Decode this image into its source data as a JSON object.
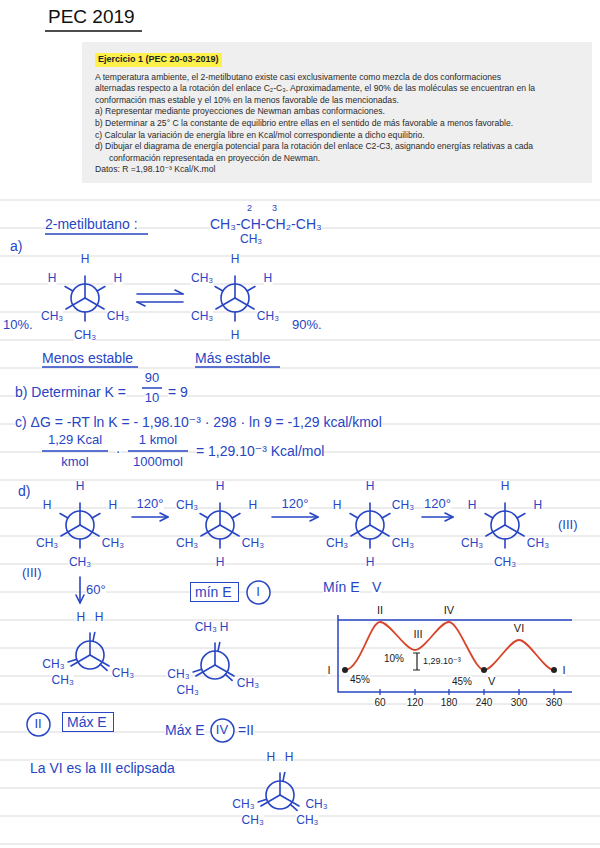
{
  "diagram": {
    "title": "PEC 2019",
    "nodes": [
      {
        "text": [
          "Ejercicio 1 (PEC 20-03-2019)",
          "A temperatura ambiente, el 2-metilbutano existe casi exclusivamente como mezcla de dos conformaciones alternadas respecto a la rotación del enlace C₂-C₃. Aproximadamente, el 90% de las moléculas se encuentran en la conformación mas estable y el 10% en la menos favorable de las mencionadas.",
          "a) Representar mediante proyecciones de Newman ambas conformaciones.",
          "b) Determinar a 25° C la constante de equilibrio entre ellas en el sentido de más favorable a menos favorable.",
          "c) Calcular la variación de energía libre en Kcal/mol correspondiente a dicho equilibrio.",
          "d) Dibujar el diagrama de energía potencial para la rotación del enlace C2-C3, asignando energías relativas a cada conformación representada en proyección de Newman.",
          "Datos: R =1,98.10⁻³ Kcal/K.mol"
        ]
      },
      {
        "text": [
          "H",
          "H",
          "H",
          "CH₃",
          "CH₃",
          "CH₃"
        ]
      },
      {
        "text": [
          "CH₃",
          "H",
          "H",
          "CH₃",
          "H",
          "CH₃"
        ]
      },
      {
        "text": [
          "H",
          "H",
          "H",
          "CH₃",
          "CH₃",
          "CH₃"
        ]
      },
      {
        "text": [
          "CH₃",
          "H",
          "H",
          "CH₃",
          "H",
          "CH₃"
        ]
      },
      {
        "text": [
          "mín E"
        ]
      },
      {
        "text": [
          "I"
        ]
      },
      {
        "text": [
          "H",
          "H",
          "CH₃",
          "CH₃",
          "H",
          "CH₃"
        ]
      },
      {
        "text": [
          "H",
          "H",
          "H",
          "CH₃",
          "CH₃",
          "CH₃"
        ]
      },
      {
        "text": [
          "H",
          "H",
          "CH₃",
          "CH₃",
          "CH₃"
        ]
      },
      {
        "text": [
          "Máx E"
        ]
      },
      {
        "text": [
          "II"
        ]
      },
      {
        "text": [
          "CH₃",
          "H",
          "CH₃",
          "CH₃",
          "CH₃"
        ]
      },
      {
        "text": [
          "IV"
        ]
      },
      {
        "text": [
          "H",
          "H",
          "CH₃",
          "CH₃",
          "CH₃",
          "CH₃"
        ]
      }
    ],
    "edges": [
      {
        "from": 1,
        "to": 2,
        "arrow": "both"
      },
      {
        "from": 3,
        "to": 4,
        "arrow": "to",
        "label": "120°"
      },
      {
        "from": 4,
        "to": 7,
        "arrow": "to",
        "label": "120°"
      },
      {
        "from": 7,
        "to": 8,
        "arrow": "to",
        "label": "120°"
      },
      {
        "from": 3,
        "to": 9,
        "arrow": "to",
        "label": "60°"
      }
    ],
    "labels": [
      "2-metilbutano :",
      "CH₃-CH-CH₂-CH₃",
      "2",
      "3",
      "CH₃",
      "a)",
      "10%.",
      "90%.",
      "Menos estable",
      "Más estable",
      "b) Determinar K =",
      "90",
      "10",
      "= 9",
      "c) ΔG = -RT ln K = - 1,98.10⁻³ · 298 · ln 9 = -1,29 kcal/kmol",
      "1,29 Kcal",
      "kmol",
      "·",
      "1 kmol",
      "1000mol",
      "= 1,29.10⁻³ Kcal/mol",
      "d)",
      "(III)",
      "Mín E",
      "V",
      "(III)",
      "Máx E",
      "=II",
      "II",
      "III",
      "IV",
      "VI",
      "I",
      "I",
      "10%",
      "1,29.10⁻³",
      "45%",
      "45%",
      "V",
      "60",
      "120",
      "180",
      "240",
      "300",
      "360",
      "La VI es la III eclipsada"
    ]
  }
}
